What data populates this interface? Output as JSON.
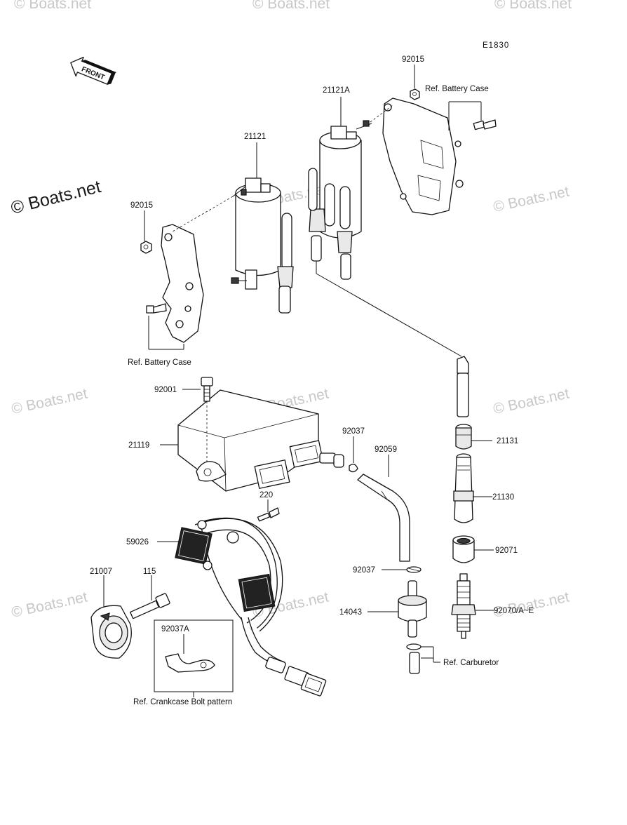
{
  "diagram_code": "E1830",
  "front_arrow": {
    "label": "FRONT"
  },
  "watermark": "© Boats.net",
  "part_labels": {
    "p92015_top": "92015",
    "p21121A": "21121A",
    "ref_battery_case_top": "Ref. Battery Case",
    "p21121": "21121",
    "p92015_left": "92015",
    "ref_battery_case_left": "Ref. Battery Case",
    "p92001": "92001",
    "p21119": "21119",
    "p92037_upper": "92037",
    "p92059": "92059",
    "p21131": "21131",
    "p21130": "21130",
    "p220": "220",
    "p59026": "59026",
    "p92071": "92071",
    "p21007": "21007",
    "p115": "115",
    "p92037_lower": "92037",
    "p14043": "14043",
    "p92070": "92070/A~E",
    "p92037A": "92037A",
    "ref_carburetor": "Ref. Carburetor",
    "ref_crankcase": "Ref. Crankcase Bolt pattern"
  }
}
